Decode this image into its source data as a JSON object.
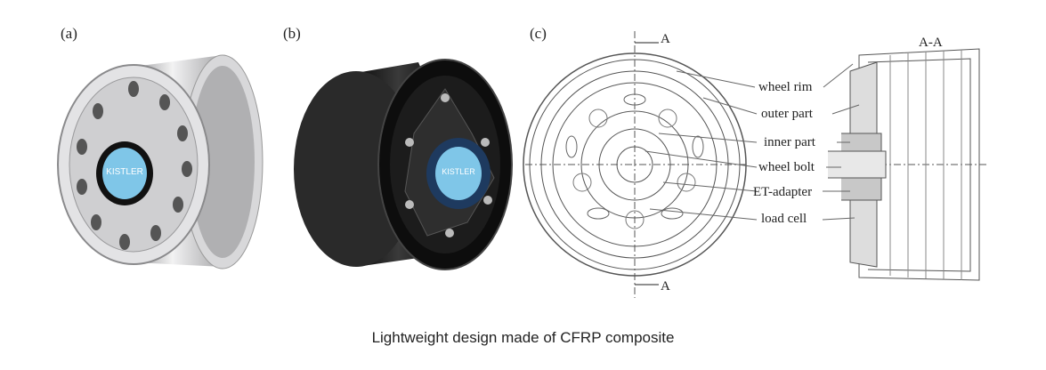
{
  "panels": {
    "a": {
      "label": "(a)",
      "logo": "KISTLER"
    },
    "b": {
      "label": "(b)",
      "logo": "KISTLER"
    },
    "c": {
      "label": "(c)",
      "section_marker_top": "A",
      "section_marker_bottom": "A",
      "section_title": "A-A",
      "callouts": [
        "wheel rim",
        "outer part",
        "inner part",
        "wheel bolt",
        "ET-adapter",
        "load cell"
      ]
    }
  },
  "caption": "Lightweight design made of CFRP composite",
  "colors": {
    "aluminium": "#c9c9cb",
    "carbon": "#1a1a1a",
    "kistler_blue": "#7fc6e8",
    "line": "#555555"
  }
}
